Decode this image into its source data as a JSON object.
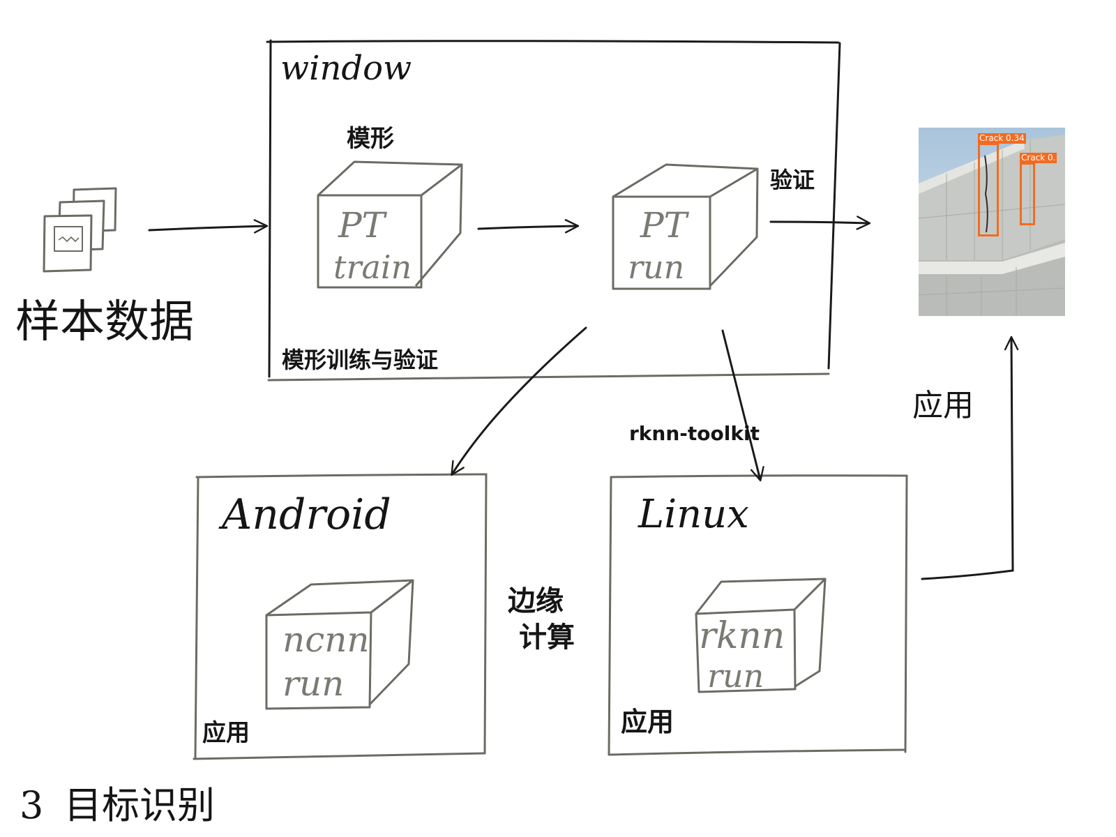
{
  "sample": {
    "label": "样本数据"
  },
  "window": {
    "title": "window",
    "caption": "模形训练与验证",
    "model_label": "模形",
    "verify_label": "验证"
  },
  "cube_train": {
    "line1": "PT",
    "line2": "train"
  },
  "cube_run": {
    "line1": "PT",
    "line2": "run"
  },
  "android": {
    "title": "Android",
    "caption": "应用",
    "cube_line1": "ncnn",
    "cube_line2": "run"
  },
  "linux": {
    "title": "Linux",
    "caption": "应用",
    "cube_line1": "rknn",
    "cube_line2": "run"
  },
  "arrow_labels": {
    "toolkit": "rknn-toolkit",
    "edge": "边缘",
    "compute": "计算",
    "apply": "应用"
  },
  "detection": {
    "boxes": [
      {
        "label": "Crack 0.34"
      },
      {
        "label": "Crack 0."
      }
    ],
    "color": "#f26b21"
  },
  "footer": {
    "number": "3",
    "title": "目标识别"
  }
}
